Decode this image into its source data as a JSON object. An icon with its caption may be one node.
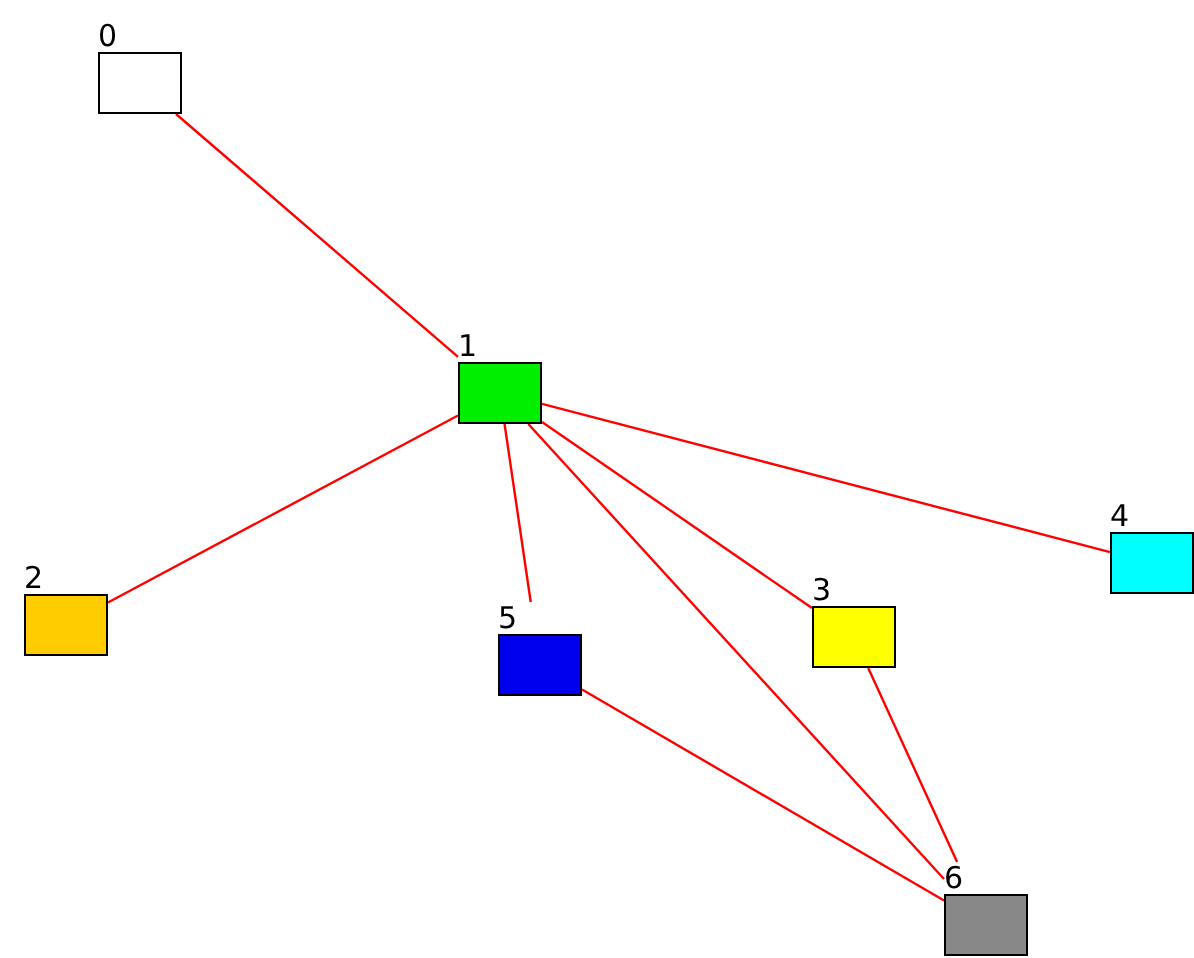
{
  "diagram": {
    "nodes": [
      {
        "text": [
          "0"
        ]
      },
      {
        "text": [
          "1"
        ]
      },
      {
        "text": [
          "2"
        ]
      },
      {
        "text": [
          "3"
        ]
      },
      {
        "text": [
          "4"
        ]
      },
      {
        "text": [
          "5"
        ]
      },
      {
        "text": [
          "6"
        ]
      }
    ],
    "edges": [
      {
        "from": 0,
        "to": 1,
        "arrow": "none"
      },
      {
        "from": 1,
        "to": 2,
        "arrow": "none"
      },
      {
        "from": 1,
        "to": 4,
        "arrow": "none"
      },
      {
        "from": 1,
        "to": 3,
        "arrow": "none"
      },
      {
        "from": 1,
        "to": 5,
        "arrow": "none"
      },
      {
        "from": 1,
        "to": 6,
        "arrow": "none"
      },
      {
        "from": 5,
        "to": 6,
        "arrow": "none"
      },
      {
        "from": 3,
        "to": 6,
        "arrow": "none"
      }
    ]
  }
}
